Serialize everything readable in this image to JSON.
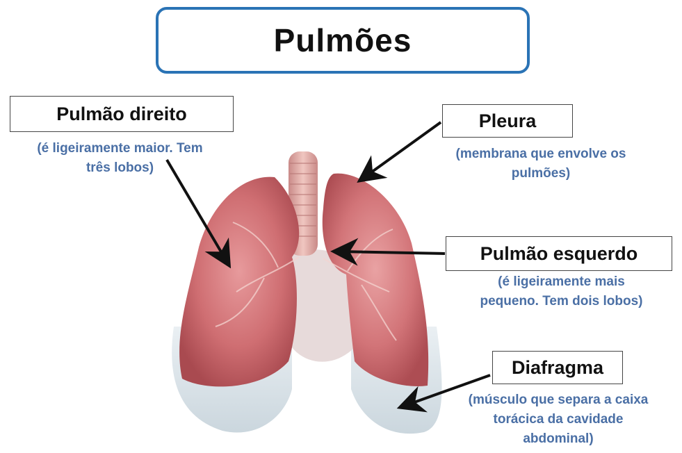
{
  "title": "Pulmões",
  "labels": {
    "right_lung": {
      "name": "Pulmão direito",
      "desc_line1": "(é ligeiramente maior. Tem",
      "desc_line2": "três lobos)"
    },
    "pleura": {
      "name": "Pleura",
      "desc_line1": "(membrana que envolve os",
      "desc_line2": "pulmões)"
    },
    "left_lung": {
      "name": "Pulmão esquerdo",
      "desc_line1": "(é ligeiramente mais",
      "desc_line2": "pequeno. Tem dois lobos)"
    },
    "diaphragm": {
      "name": "Diafragma",
      "desc_line1": "(músculo que separa a caixa",
      "desc_line2": "torácica da cavidade",
      "desc_line3": "abdominal)"
    }
  },
  "colors": {
    "title_border": "#2a73b5",
    "description_text": "#4a6fa5",
    "lung_tissue": "#c96a6e"
  }
}
